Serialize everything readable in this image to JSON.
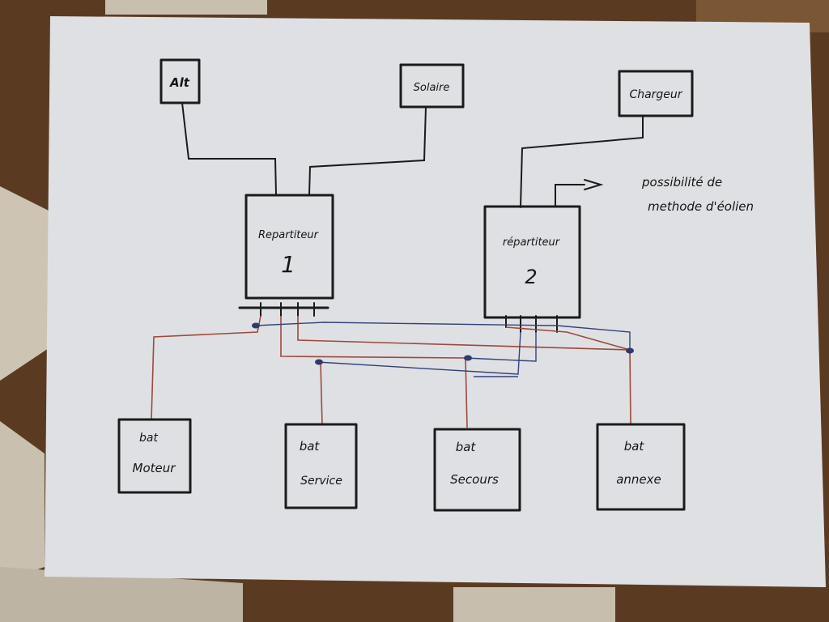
{
  "nodes": {
    "alt": "Alt",
    "solaire": "Solaire",
    "chargeur": "Chargeur",
    "repartiteur1_label": "Repartiteur",
    "repartiteur1_num": "1",
    "repartiteur2_label": "répartiteur",
    "repartiteur2_num": "2",
    "bat_moteur_line1": "bat",
    "bat_moteur_line2": "Moteur",
    "bat_service_line1": "bat",
    "bat_service_line2": "Service",
    "bat_secours_line1": "bat",
    "bat_secours_line2": "Secours",
    "bat_annexe_line1": "bat",
    "bat_annexe_line2": "annexe"
  },
  "note": {
    "line1": "possibilité de",
    "line2": "methode d'éolien"
  },
  "colors": {
    "paper": "#dfe0e3",
    "ink": "#1b1b1b",
    "red_wire": "#9a4a3e",
    "blue_wire": "#33437a",
    "table_wood": "#6b4a2a",
    "floor_tile": "#cdc4b4"
  }
}
